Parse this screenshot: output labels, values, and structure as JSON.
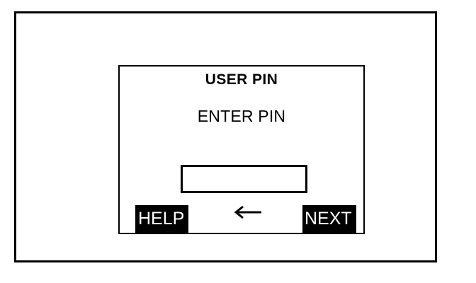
{
  "device": {
    "frame_label": "terminal-bezel",
    "background_color": "#ffffff",
    "border_color": "#000000"
  },
  "screen": {
    "title": "USER PIN",
    "prompt": "ENTER PIN",
    "pin_field": {
      "value": "",
      "placeholder": ""
    },
    "softkeys": [
      {
        "key": "help",
        "label": "HELP",
        "icon": "",
        "style": "inverted"
      },
      {
        "key": "back",
        "label": "",
        "icon": "left-arrow-icon",
        "style": "plain"
      },
      {
        "key": "next",
        "label": "NEXT",
        "icon": "",
        "style": "inverted"
      }
    ],
    "colors": {
      "text": "#000000",
      "background": "#ffffff",
      "softkey_background": "#000000",
      "softkey_text": "#ffffff"
    }
  }
}
